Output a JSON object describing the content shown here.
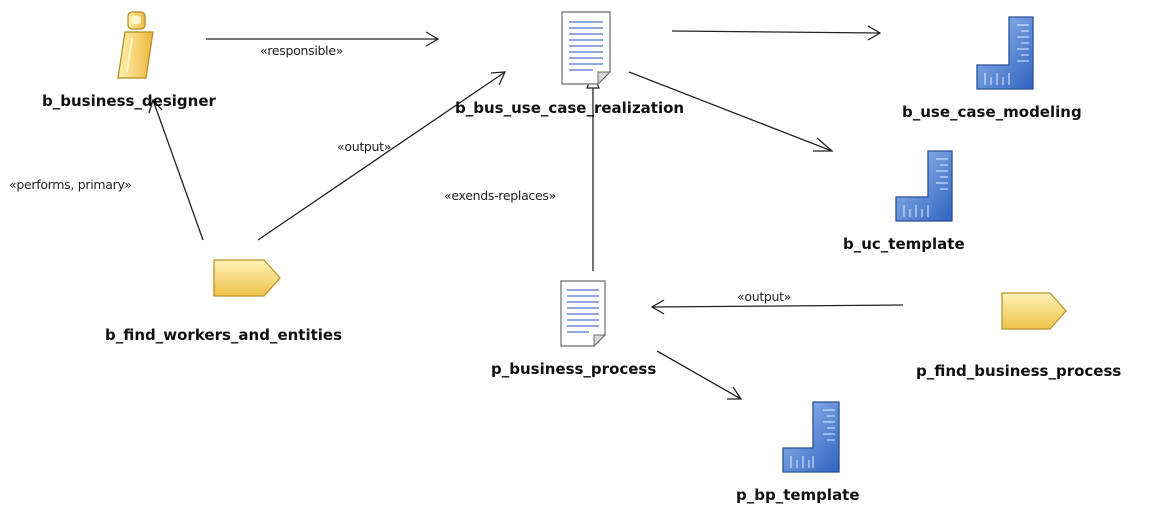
{
  "nodes": {
    "business_designer": "b_business_designer",
    "bus_use_case_realization": "b_bus_use_case_realization",
    "use_case_modeling": "b_use_case_modeling",
    "uc_template": "b_uc_template",
    "find_workers_and_entities": "b_find_workers_and_entities",
    "business_process": "p_business_process",
    "find_business_process": "p_find_business_process",
    "bp_template": "p_bp_template"
  },
  "edges": {
    "responsible": "«responsible»",
    "output_1": "«output»",
    "performs_primary": "«performs, primary»",
    "extends_replaces": "«exends-replaces»",
    "output_2": "«output»"
  },
  "colors": {
    "actor_fill": "#f5cc55",
    "actor_stroke": "#b08a20",
    "task_fill": "#f8d865",
    "task_stroke": "#b8952a",
    "doc_fill": "#ffffff",
    "doc_lines": "#6a86d8",
    "ruler_fill": "#4d7fd1",
    "ruler_stroke": "#2a4f98",
    "edge": "#222222"
  }
}
